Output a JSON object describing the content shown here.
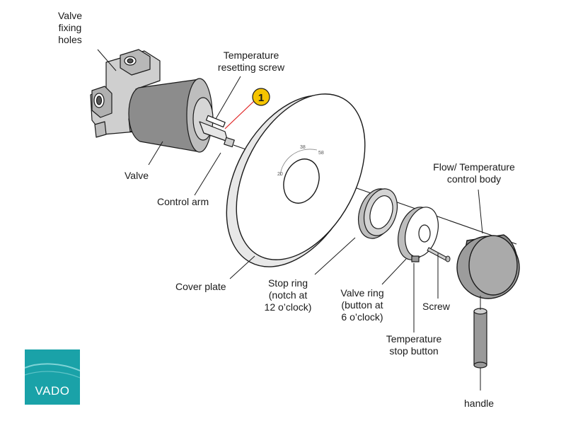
{
  "labels": {
    "valve_fixing_holes": "Valve\nfixing\nholes",
    "temperature_resetting_screw": "Temperature\nresetting screw",
    "valve": "Valve",
    "control_arm": "Control arm",
    "cover_plate": "Cover plate",
    "stop_ring": "Stop ring\n(notch at\n12 o’clock)",
    "valve_ring": "Valve ring\n(button at\n6 o’clock)",
    "temperature_stop_button": "Temperature\nstop button",
    "screw": "Screw",
    "flow_temperature_control_body": "Flow/ Temperature\ncontrol body",
    "handle": "handle"
  },
  "callout_number": "1",
  "dial_marks": [
    "20",
    "38",
    "58"
  ],
  "logo_text": "VADO",
  "colors": {
    "line": "#1a1a1a",
    "valve_body": "#9a9a9a",
    "valve_dark": "#6e6e6e",
    "cover_plate": "#ffffff",
    "ring": "#bdbdbd",
    "callout_fill": "#f5c400",
    "callout_line": "#e02020",
    "logo_bg": "#1aa2a8"
  }
}
